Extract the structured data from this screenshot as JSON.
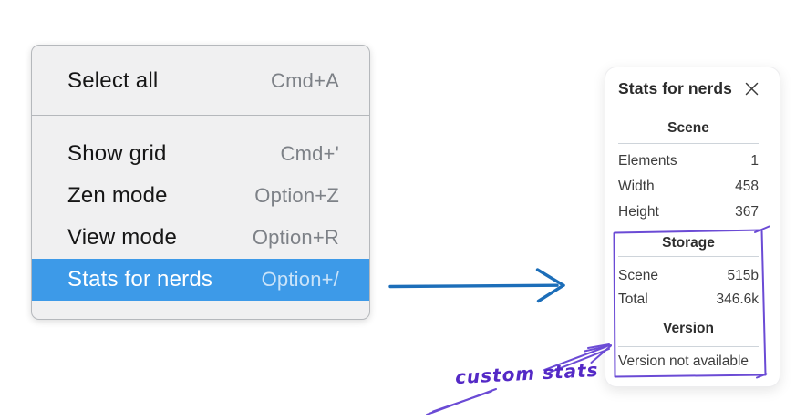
{
  "menu": {
    "highlight_color": "#3d9ae8",
    "items": [
      {
        "label": "Select all",
        "shortcut": "Cmd+A",
        "selected": false
      },
      {
        "label": "Show grid",
        "shortcut": "Cmd+'",
        "selected": false
      },
      {
        "label": "Zen mode",
        "shortcut": "Option+Z",
        "selected": false
      },
      {
        "label": "View mode",
        "shortcut": "Option+R",
        "selected": false
      },
      {
        "label": "Stats for nerds",
        "shortcut": "Option+/",
        "selected": true
      }
    ]
  },
  "stats_panel": {
    "title": "Stats for nerds",
    "close_icon": "close-icon",
    "sections": [
      {
        "heading": "Scene",
        "rows": [
          {
            "label": "Elements",
            "value": "1"
          },
          {
            "label": "Width",
            "value": "458"
          },
          {
            "label": "Height",
            "value": "367"
          }
        ]
      },
      {
        "heading": "Storage",
        "rows": [
          {
            "label": "Scene",
            "value": "515b"
          },
          {
            "label": "Total",
            "value": "346.6k"
          }
        ]
      },
      {
        "heading": "Version",
        "note": "Version not available"
      }
    ]
  },
  "annotation": {
    "text": "custom stats",
    "text_color": "#5429c6",
    "arrow_color": "#6b4bd5",
    "box_color": "#6b4bd5"
  },
  "flow_arrow": {
    "color": "#1c6eb9"
  }
}
